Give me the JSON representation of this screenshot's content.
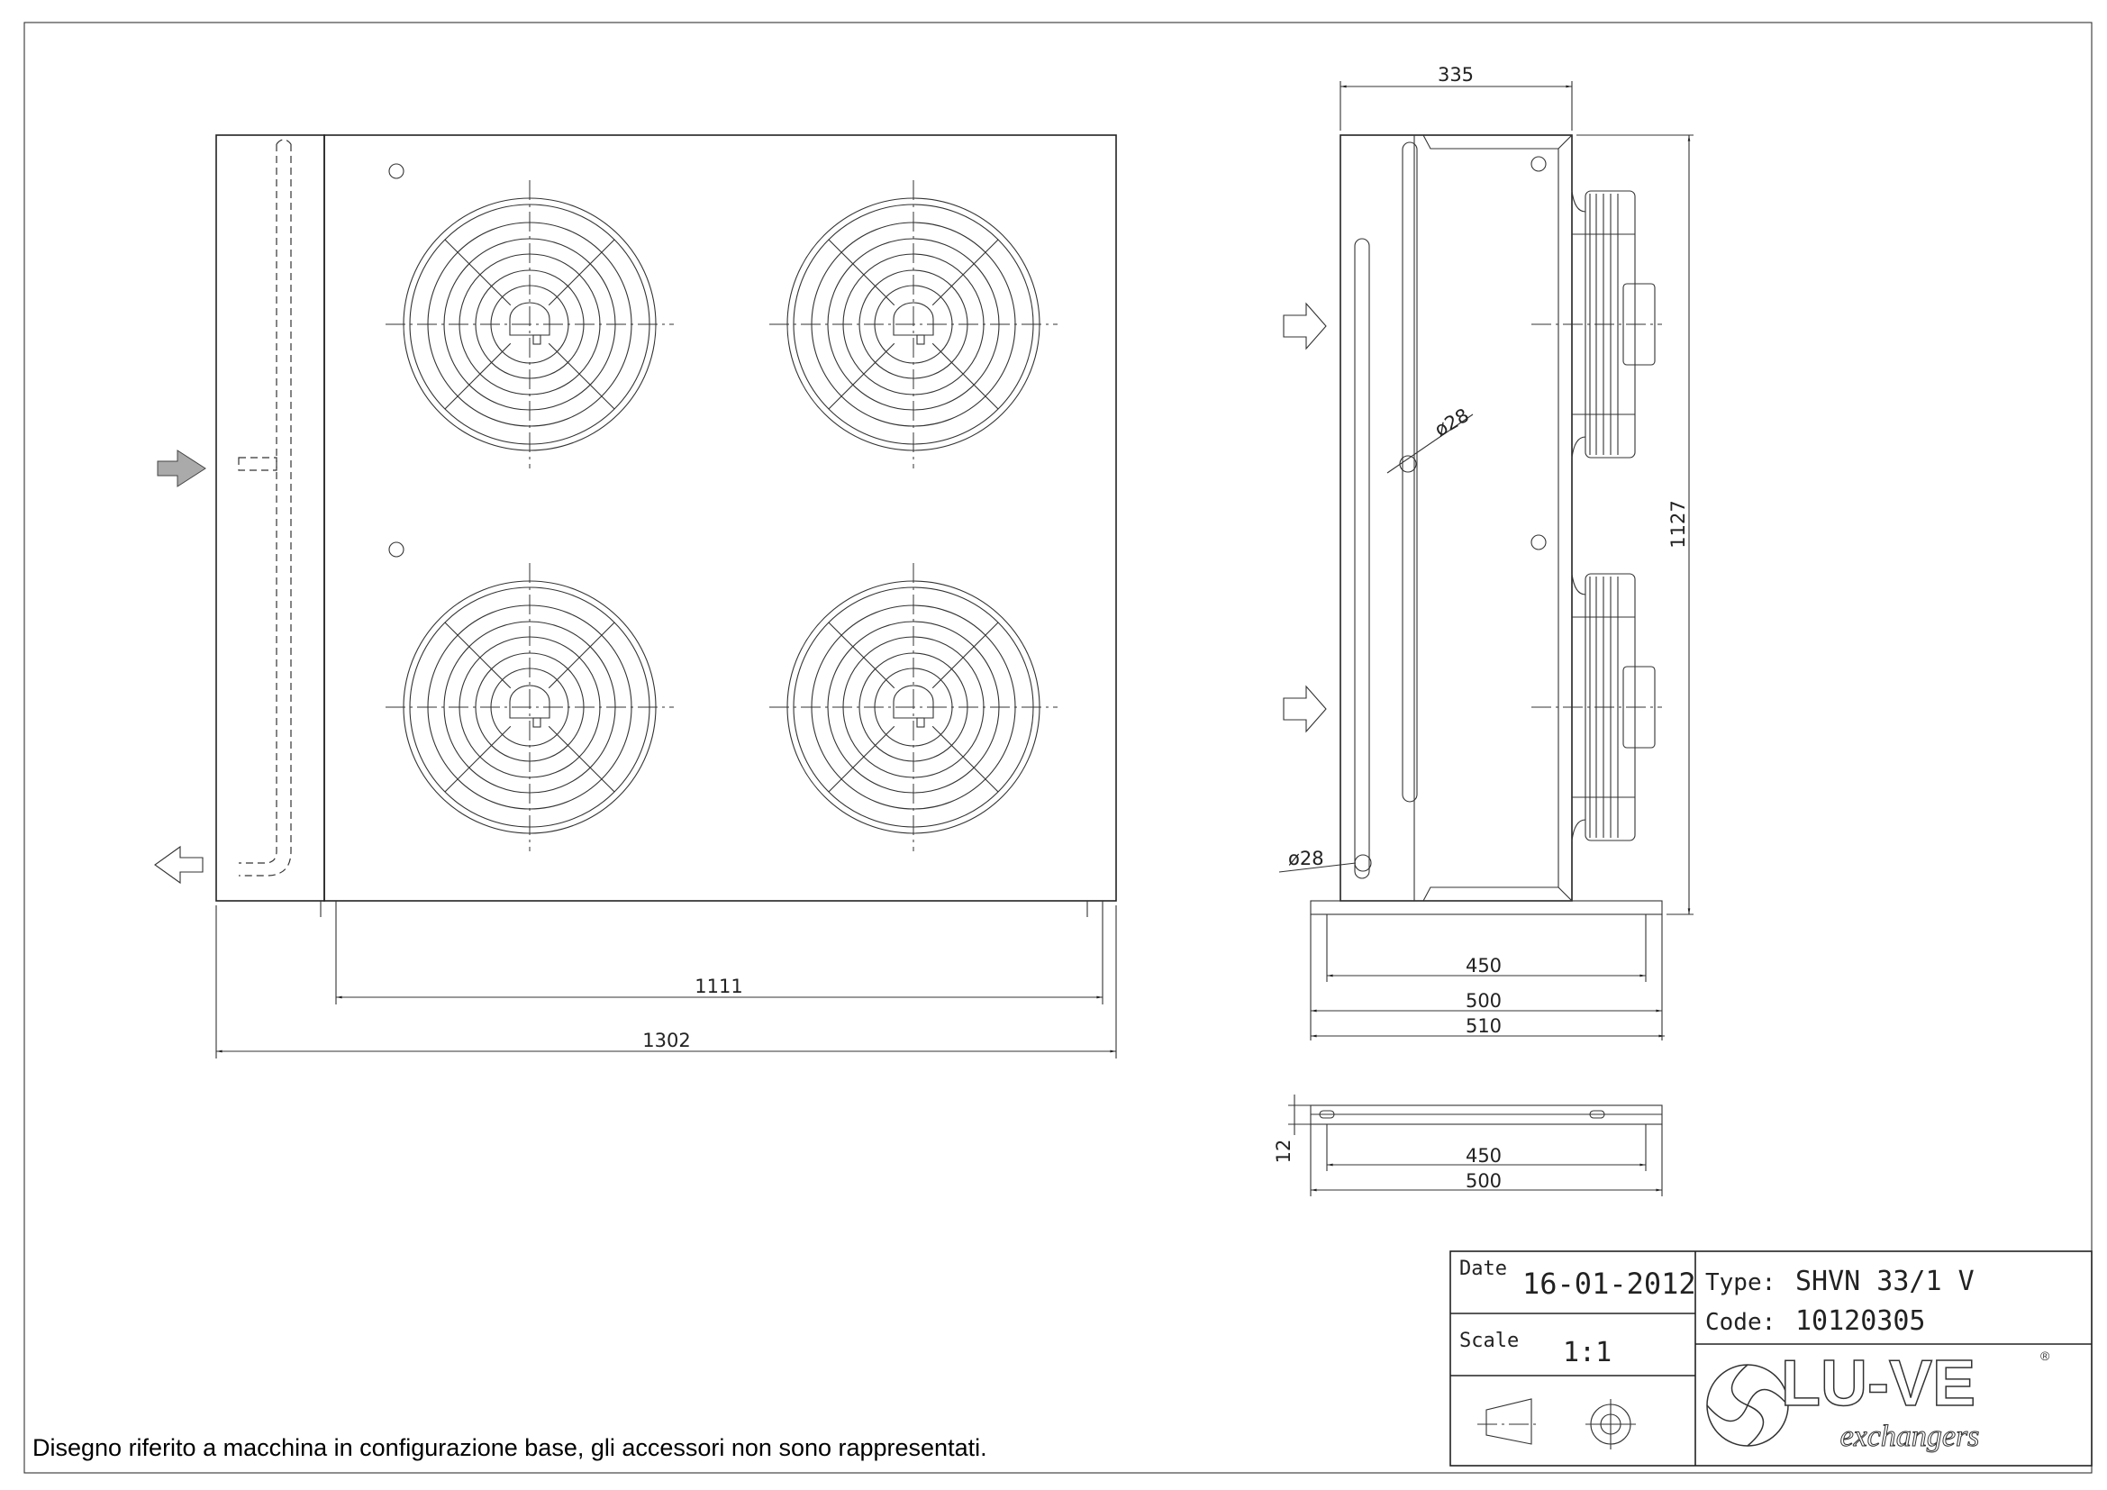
{
  "dimensions": {
    "front_width_inner": "1111",
    "front_width_total": "1302",
    "side_depth": "335",
    "side_height": "1127",
    "pipe_diameter_top": "ø28",
    "pipe_diameter_bottom": "ø28",
    "foot_450": "450",
    "foot_500": "500",
    "foot_510": "510",
    "plate_thickness": "12",
    "plate_450": "450",
    "plate_500": "500"
  },
  "title_block": {
    "date_label": "Date",
    "date_value": "16-01-2012",
    "scale_label": "Scale",
    "scale_value": "1:1",
    "type_label": "Type:",
    "type_value": "SHVN 33/1 V",
    "code_label": "Code:",
    "code_value": "10120305",
    "logo_main": "LU-VE",
    "logo_sub": "exchangers",
    "logo_mark": "®"
  },
  "note": "Disegno riferito a macchina in configurazione base, gli accessori non sono rappresentati."
}
